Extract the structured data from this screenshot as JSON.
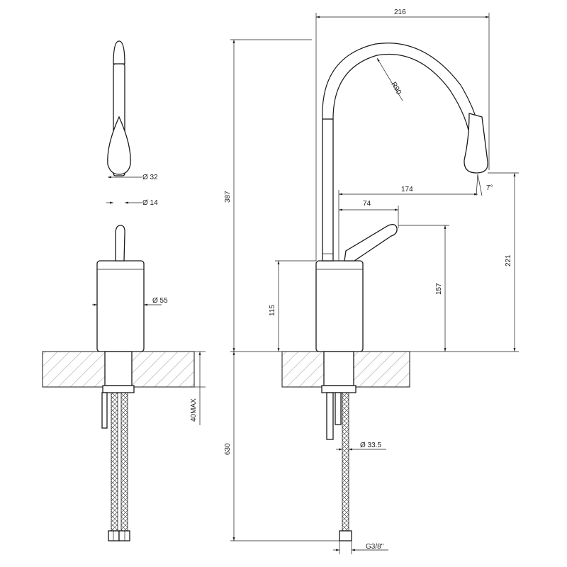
{
  "dimensions": {
    "overall_height": "387",
    "spout_reach_total": "216",
    "spout_radius": "R90",
    "spout_reach": "174",
    "spout_angle": "7°",
    "lever_reach": "74",
    "spout_outlet_height": "221",
    "lever_height": "157",
    "body_height": "115",
    "hose_length": "630",
    "max_deck_thickness": "40MAX",
    "spout_outlet_diameter": "Ø 32",
    "spout_tube_diameter": "Ø 14",
    "body_diameter": "Ø 55",
    "shank_diameter": "Ø 33.5",
    "hose_connection": "G3/8\""
  },
  "colors": {
    "line": "#1a1a1a",
    "background": "#ffffff"
  }
}
